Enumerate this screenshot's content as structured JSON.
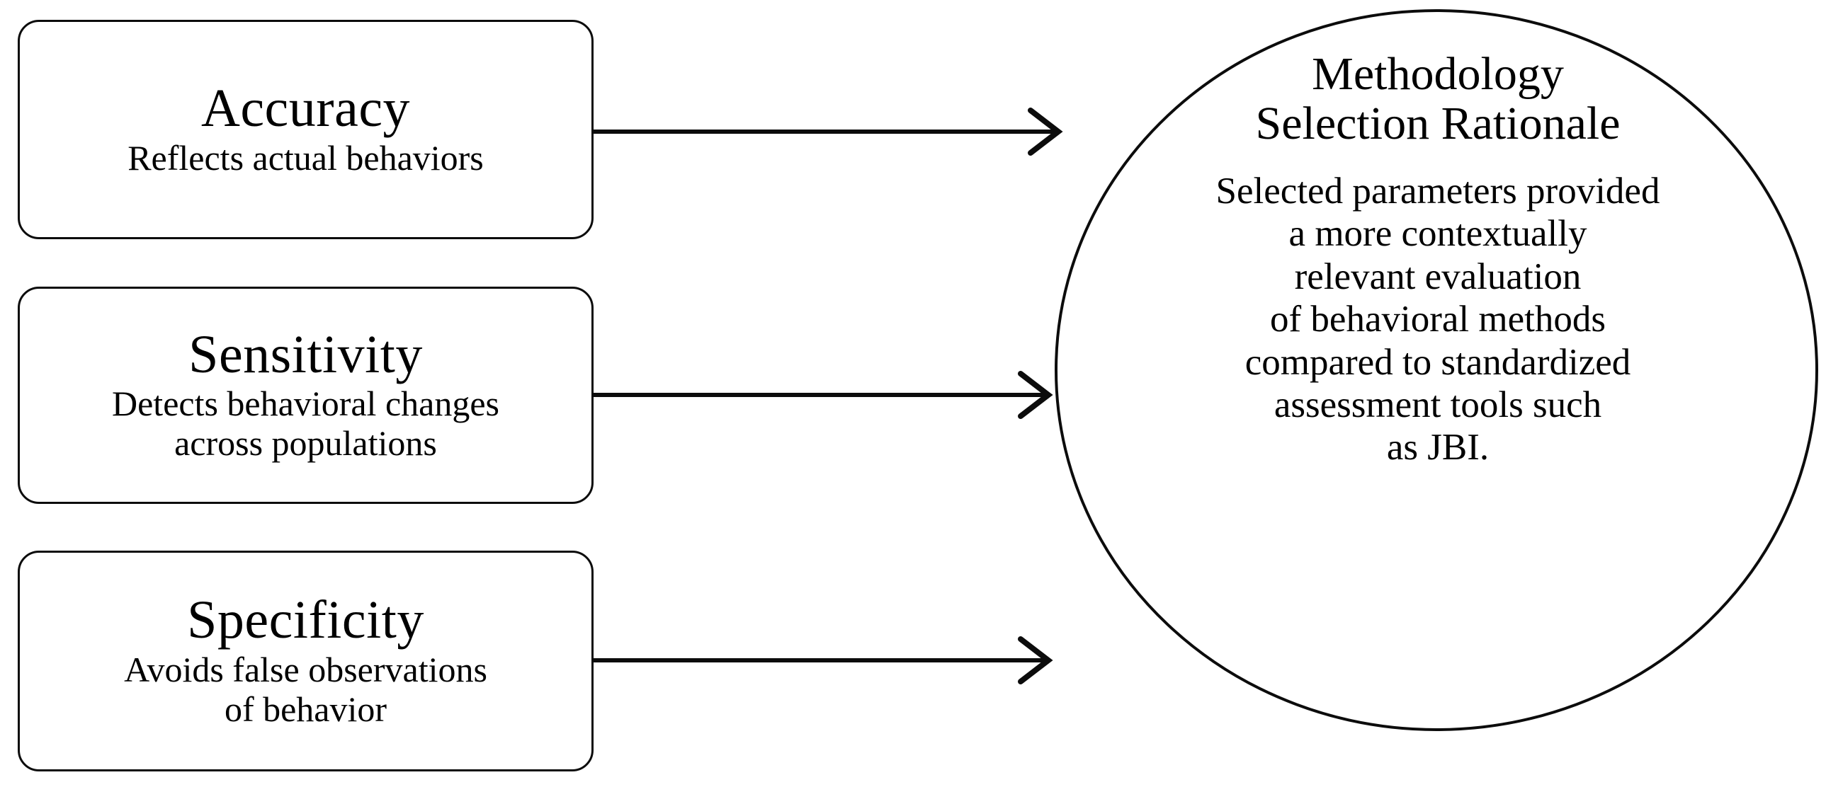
{
  "diagram": {
    "type": "flow-diagram",
    "criteria": [
      {
        "id": "accuracy",
        "title": "Accuracy",
        "description_lines": [
          "Reflects actual behaviors"
        ]
      },
      {
        "id": "sensitivity",
        "title": "Sensitivity",
        "description_lines": [
          "Detects behavioral changes",
          "across populations"
        ]
      },
      {
        "id": "specificity",
        "title": "Specificity",
        "description_lines": [
          "Avoids false observations",
          "of behavior"
        ]
      }
    ],
    "outcome": {
      "id": "methodology-selection-rationale",
      "title_lines": [
        "Methodology",
        "Selection Rationale"
      ],
      "body_lines": [
        "Selected parameters provided",
        "a more contextually",
        "relevant evaluation",
        "of behavioral methods",
        "compared to standardized",
        "assessment tools such",
        "as JBI."
      ]
    },
    "connectors": [
      {
        "id": "arrow-accuracy-to-outcome",
        "icon": "arrow-right-icon"
      },
      {
        "id": "arrow-sensitivity-to-outcome",
        "icon": "arrow-right-icon"
      },
      {
        "id": "arrow-specificity-to-outcome",
        "icon": "arrow-right-icon"
      }
    ],
    "colors": {
      "stroke": "#0c0c0c",
      "background": "#ffffff",
      "text": "#000000"
    }
  }
}
